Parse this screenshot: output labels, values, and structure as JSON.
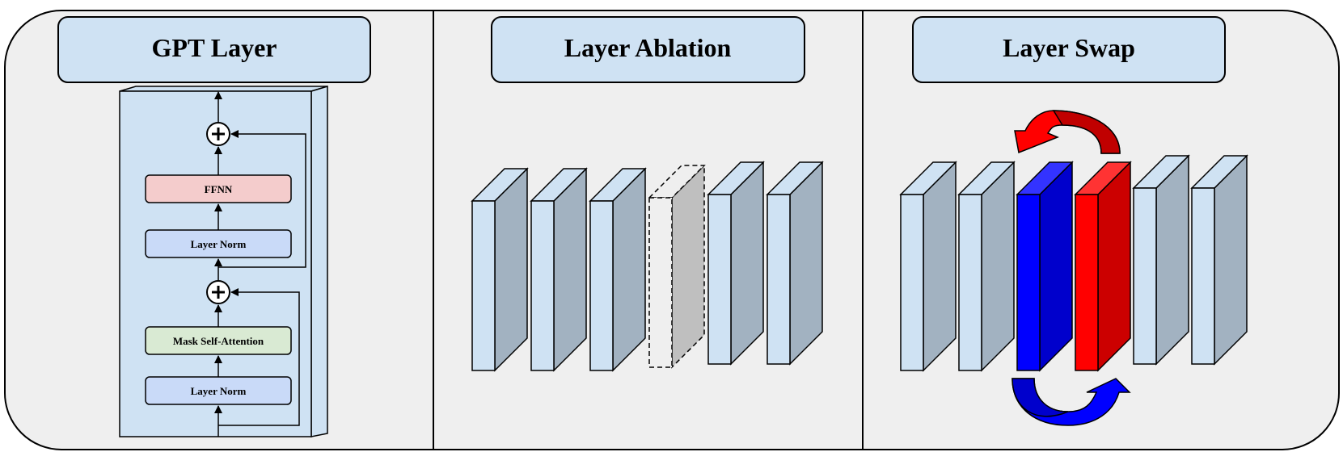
{
  "panels": [
    {
      "title": "GPT Layer"
    },
    {
      "title": "Layer Ablation"
    },
    {
      "title": "Layer Swap"
    }
  ],
  "gpt_layer": {
    "blocks": [
      {
        "label": "FFNN",
        "color": "#f4cccc"
      },
      {
        "label": "Layer Norm",
        "color": "#c9daf8"
      },
      {
        "label": "Mask Self-Attention",
        "color": "#d9ead3"
      },
      {
        "label": "Layer Norm",
        "color": "#c9daf8"
      }
    ],
    "add_symbol": "+"
  },
  "colors": {
    "panel_bg": "#efefef",
    "title_box": "#cfe2f3",
    "layer_front": "#cfe2f3",
    "layer_side": "#a2b2c1",
    "ablated": "#bfbfbf",
    "swap_blue": "#0000ff",
    "swap_red": "#ff0000"
  },
  "ablation": {
    "layer_count": 6,
    "ablated_index": 3
  },
  "swap": {
    "layer_count": 6,
    "swapped_indices": [
      2,
      3
    ]
  }
}
